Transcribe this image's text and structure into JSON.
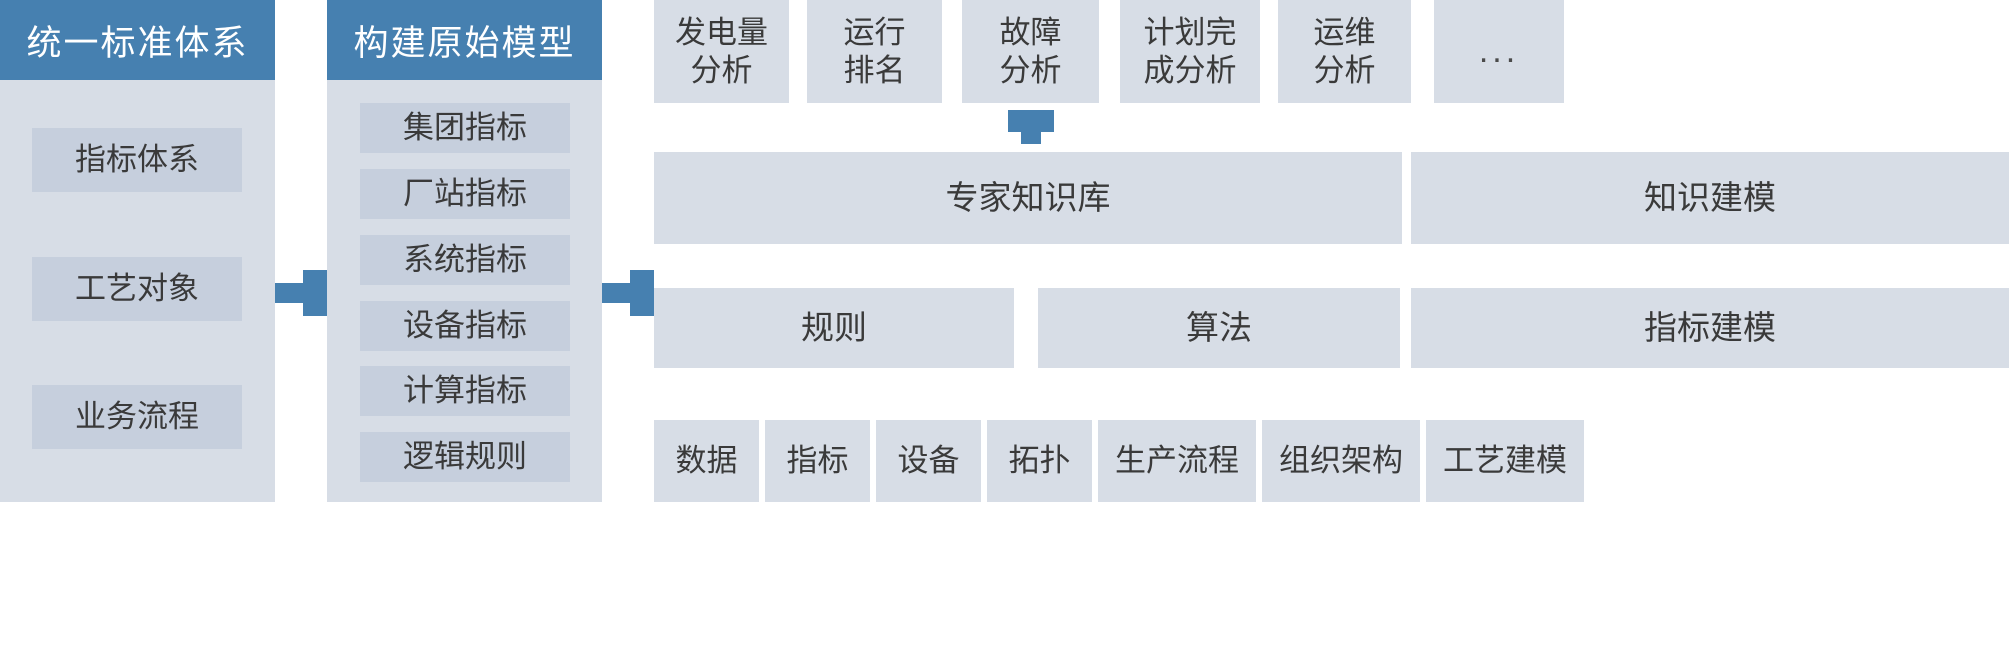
{
  "diagram": {
    "title": "",
    "colors": {
      "header_blue": "#4680b0",
      "panel_bg": "#d7dde6",
      "chip_bg": "#c6cfdd",
      "box_bg": "#d7dde6",
      "text_dark": "#3a3a3a",
      "text_light": "#ffffff",
      "page_bg": "#ffffff"
    }
  },
  "standard_panel": {
    "header": "统一标准体系",
    "items": [
      {
        "label": "指标体系"
      },
      {
        "label": "工艺对象"
      },
      {
        "label": "业务流程"
      }
    ]
  },
  "model_panel": {
    "header": "构建原始模型",
    "items": [
      {
        "label": "集团指标"
      },
      {
        "label": "厂站指标"
      },
      {
        "label": "系统指标"
      },
      {
        "label": "设备指标"
      },
      {
        "label": "计算指标"
      },
      {
        "label": "逻辑规则"
      }
    ]
  },
  "analysis_row": {
    "items": [
      {
        "label": "发电量\n分析"
      },
      {
        "label": "运行\n排名"
      },
      {
        "label": "故障\n分析"
      },
      {
        "label": "计划完\n成分析"
      },
      {
        "label": "运维\n分析"
      },
      {
        "label": "..."
      }
    ]
  },
  "knowledge_row": {
    "main": "专家知识库",
    "side": "知识建模"
  },
  "engine_row": {
    "items": [
      {
        "label": "规则"
      },
      {
        "label": "算法"
      }
    ],
    "side": "指标建模"
  },
  "foundation_row": {
    "items": [
      {
        "label": "数据"
      },
      {
        "label": "指标"
      },
      {
        "label": "设备"
      },
      {
        "label": "拓扑"
      },
      {
        "label": "生产流程"
      },
      {
        "label": "组织架构"
      },
      {
        "label": "工艺建模"
      }
    ]
  },
  "connectors": [
    {
      "name": "standard-to-model",
      "type": "arrow-right"
    },
    {
      "name": "model-to-engine",
      "type": "arrow-right"
    },
    {
      "name": "fault-analysis-to-knowledge",
      "type": "arrow-down"
    }
  ]
}
